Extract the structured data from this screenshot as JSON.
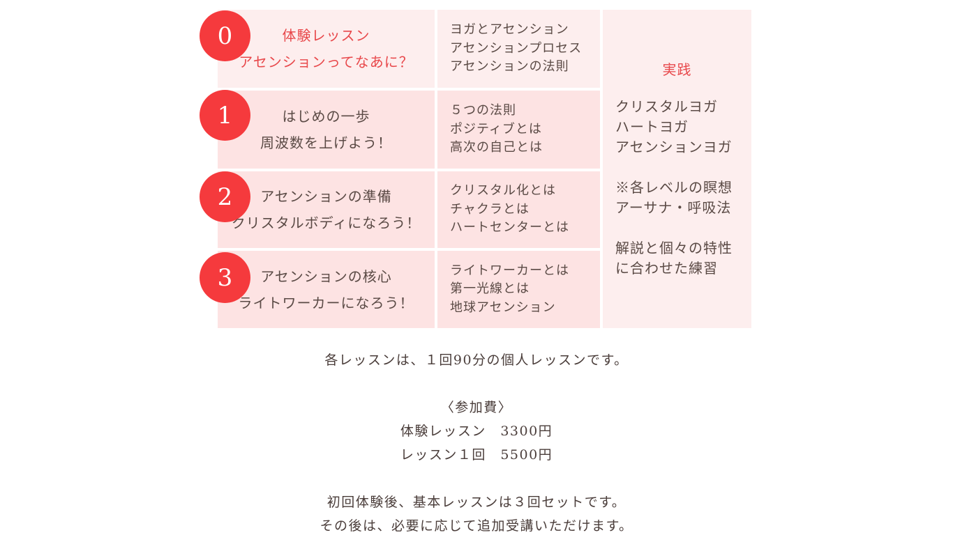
{
  "lessons": [
    {
      "number": "0",
      "title_line1": "体験レッスン",
      "title_line2": "アセンションってなあに？",
      "topics": [
        "ヨガとアセンション",
        "アセンションプロセス",
        "アセンションの法則"
      ]
    },
    {
      "number": "1",
      "title_line1": "はじめの一歩",
      "title_line2": "周波数を上げよう！",
      "topics": [
        "５つの法則",
        "ポジティブとは",
        "高次の自己とは"
      ]
    },
    {
      "number": "2",
      "title_line1": "アセンションの準備",
      "title_line2": "クリスタルボディになろう！",
      "topics": [
        "クリスタル化とは",
        "チャクラとは",
        "ハートセンターとは"
      ]
    },
    {
      "number": "3",
      "title_line1": "アセンションの核心",
      "title_line2": "ライトワーカーになろう！",
      "topics": [
        "ライトワーカーとは",
        "第一光線とは",
        "地球アセンション"
      ]
    }
  ],
  "practice": {
    "title": "実践",
    "lines": [
      "クリスタルヨガ",
      "ハートヨガ",
      "アセンションヨガ",
      "",
      "※各レベルの瞑想",
      "アーサナ・呼吸法",
      "",
      "解説と個々の特性",
      "に合わせた練習"
    ]
  },
  "footer": {
    "lines": [
      "各レッスンは、１回90分の個人レッスンです。",
      "",
      "〈参加費〉",
      "体験レッスン　3300円",
      "レッスン１回　5500円",
      "",
      "初回体験後、基本レッスンは３回セットです。",
      "その後は、必要に応じて追加受講いただけます。"
    ]
  },
  "colors": {
    "badge": "#f53a3d",
    "accent_text": "#e8484b",
    "cell_light": "#fdeeee",
    "cell_mid": "#fde3e3"
  }
}
